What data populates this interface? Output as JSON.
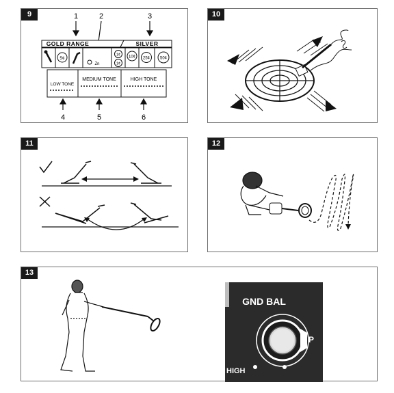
{
  "panels": {
    "p9": {
      "num": "9"
    },
    "p10": {
      "num": "10"
    },
    "p11": {
      "num": "11"
    },
    "p12": {
      "num": "12"
    },
    "p13": {
      "num": "13"
    }
  },
  "fig9": {
    "top_callouts": [
      "1",
      "2",
      "3"
    ],
    "bottom_callouts": [
      "4",
      "5",
      "6"
    ],
    "gold_range": "GOLD RANGE",
    "silver": "SILVER",
    "coins": [
      "5¢",
      "1¢",
      "10¢",
      "25¢",
      "50¢"
    ],
    "zn": "Zn",
    "tones": [
      "LOW TONE",
      "MEDIUM TONE",
      "HIGH TONE"
    ]
  },
  "fig11": {
    "check_icon": "check-icon",
    "cross_icon": "cross-icon"
  },
  "fig13": {
    "gnd_bal": "GND BAL",
    "p_label": "P",
    "high_label": "HIGH"
  }
}
